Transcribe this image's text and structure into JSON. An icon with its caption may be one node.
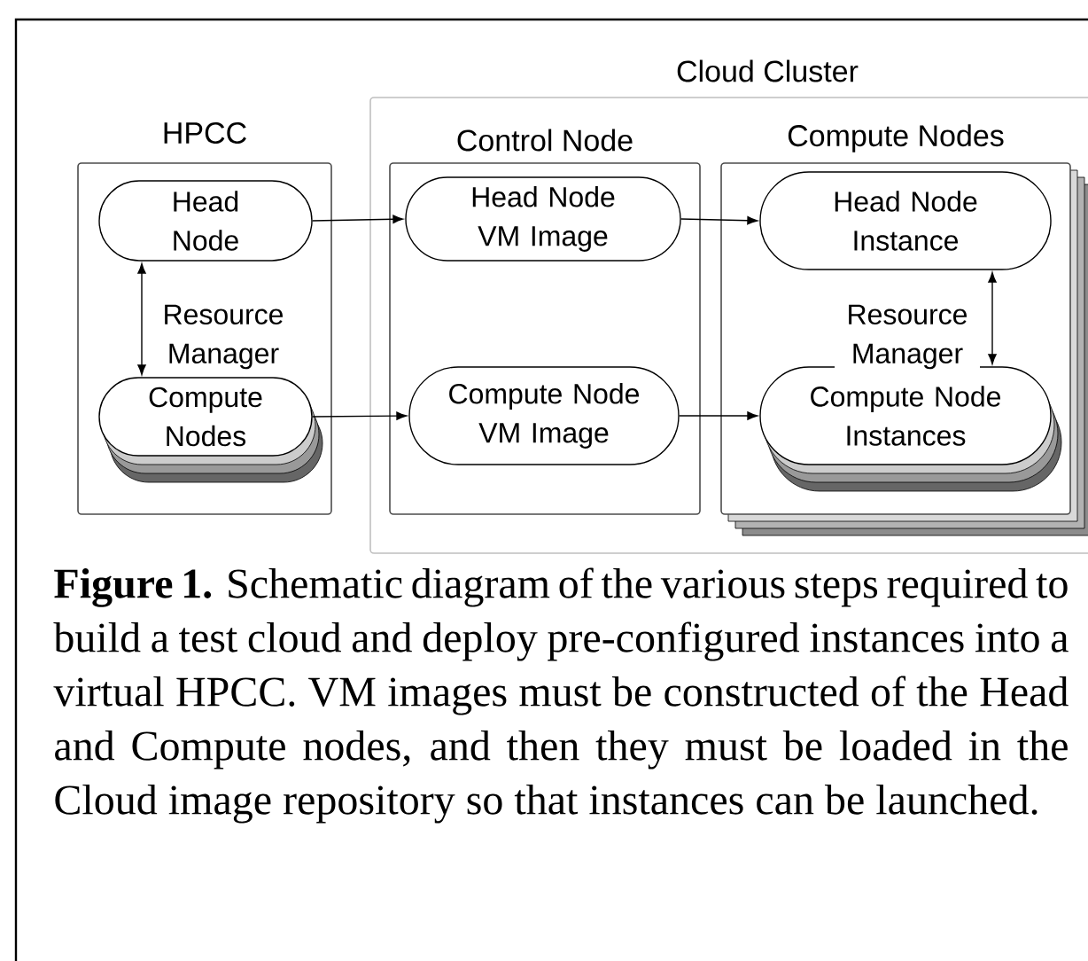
{
  "diagram": {
    "nodes": [
      {
        "text": [
          "HPCC"
        ]
      },
      {
        "text": [
          "Head Node"
        ],
        "in": 0
      },
      {
        "text": [
          "Compute Nodes"
        ],
        "in": 0
      },
      {
        "text": [
          "Cloud Cluster"
        ]
      },
      {
        "text": [
          "Control Node"
        ],
        "in": 3
      },
      {
        "text": [
          "Head Node VM Image"
        ],
        "in": 4
      },
      {
        "text": [
          "Compute Node VM Image"
        ],
        "in": 4
      },
      {
        "text": [
          "Compute Nodes"
        ],
        "in": 3
      },
      {
        "text": [
          "Head Node Instance"
        ],
        "in": 7
      },
      {
        "text": [
          "Compute Node Instances"
        ],
        "in": 7
      }
    ],
    "edges": [
      {
        "from": 1,
        "to": 5,
        "arrow": "to"
      },
      {
        "from": 5,
        "to": 8,
        "arrow": "to"
      },
      {
        "from": 2,
        "to": 6,
        "arrow": "to"
      },
      {
        "from": 6,
        "to": 9,
        "arrow": "to"
      },
      {
        "from": 1,
        "to": 2,
        "arrow": "both",
        "label": "Resource Manager"
      },
      {
        "from": 8,
        "to": 9,
        "arrow": "both",
        "label": "Resource Manager"
      }
    ],
    "caption": "**Figure 1.** Schematic diagram of the various steps required to build a test cloud and deploy pre-configured instances into a virtual HPCC. VM images must be constructed of the Head and Compute nodes, and then they must be loaded in the Cloud image repository so that instances can be launched."
  }
}
